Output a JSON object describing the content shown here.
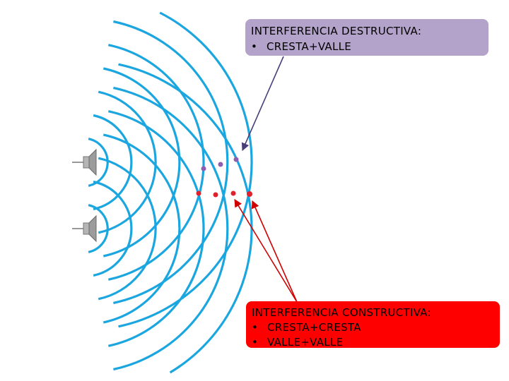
{
  "callouts": {
    "destructive": {
      "title": "INTERFERENCIA DESTRUCTIVA:",
      "items": [
        "CRESTA+VALLE"
      ],
      "color": "#b3a2c9"
    },
    "constructive": {
      "title": "INTERFERENCIA CONSTRUCTIVA:",
      "items": [
        "CRESTA+CRESTA",
        "VALLE+VALLE"
      ],
      "color": "#ff0000"
    }
  },
  "bullet_char": "•",
  "colors": {
    "wave": "#1ba6e0",
    "destructive_dot": "#8e5fb0",
    "constructive_dot": "#e0202a",
    "destructive_arrow": "#4a3f7a",
    "constructive_arrow": "#d00000",
    "speaker": "#8a8a8a"
  },
  "icons": [
    "speaker-icon",
    "speaker-icon"
  ]
}
